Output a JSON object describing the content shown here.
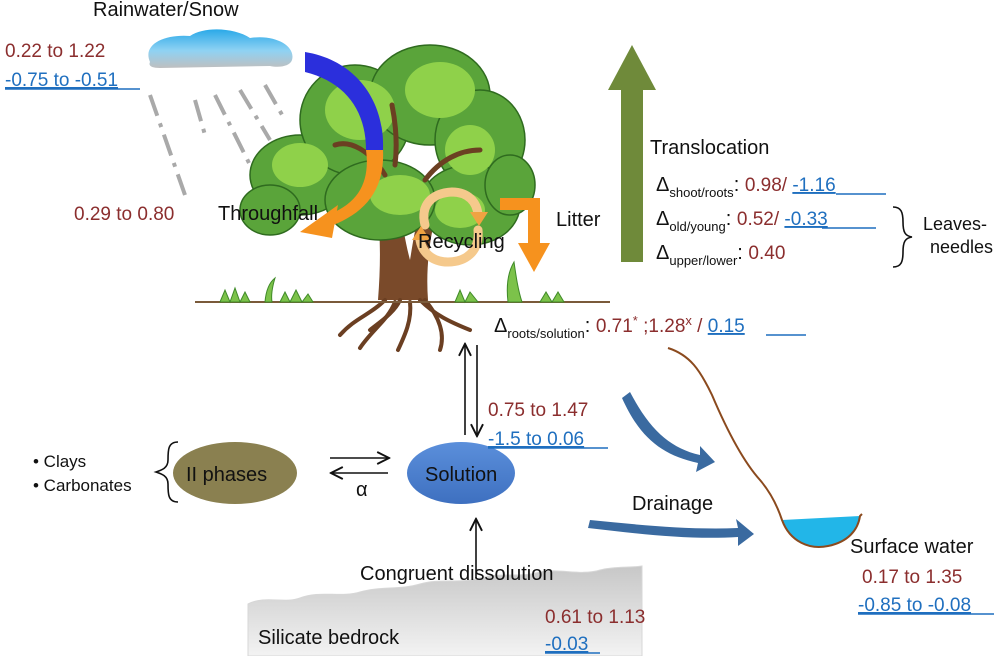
{
  "colors": {
    "red_values": "#8b2e2e",
    "blue_values": "#1f6fbf",
    "translocation_arrow": "#6f8a3a",
    "drainage_arrows": "#3a6aa0",
    "solution_ellipse": "#4f83d0",
    "phases_ellipse": "#8a8050",
    "surface_water": "#22b6e8"
  },
  "labels": {
    "rainwater": "Rainwater/Snow",
    "throughfall": "Throughfall",
    "recycling": "Recycling",
    "litter": "Litter",
    "translocation": "Translocation",
    "leaves_needles_1": "Leaves-",
    "leaves_needles_2": "needles",
    "clays": "• Clays",
    "carbonates": "• Carbonates",
    "phases": "II phases",
    "solution": "Solution",
    "alpha": "α",
    "drainage": "Drainage",
    "surface_water": "Surface water",
    "congruent": "Congruent dissolution",
    "bedrock": "Silicate bedrock"
  },
  "values": {
    "rain_red": "0.22 to 1.22",
    "rain_blue": "-0.75 to -0.51",
    "throughfall_red": "0.29 to 0.80",
    "soil_red": "0.75 to 1.47",
    "soil_blue": "-1.5 to 0.06",
    "surface_red": "0.17 to 1.35",
    "surface_blue": "-0.85 to -0.08",
    "bedrock_red": "0.61 to 1.13",
    "bedrock_blue": "-0.03"
  },
  "deltas": {
    "symbol": "Δ",
    "shoot_roots": {
      "sub": "shoot/roots",
      "sep": ": ",
      "red": "0.98/ ",
      "blue": "-1.16"
    },
    "old_young": {
      "sub": "old/young",
      "sep": ": ",
      "red": "0.52/ ",
      "blue": "-0.33"
    },
    "upper_lower": {
      "sub": "upper/lower",
      "sep": ": ",
      "red": "0.40"
    },
    "roots_solution": {
      "sub": "roots/solution",
      "sep": ": ",
      "red1": "0.71",
      "sup1": "*",
      "red2": " ;1.28",
      "sup2": "x",
      "red3": " / ",
      "blue": "0.15"
    }
  },
  "icons": [
    "rain-cloud-icon",
    "tree-icon",
    "recycling-arrows-icon",
    "grass-icon",
    "bedrock-icon"
  ]
}
